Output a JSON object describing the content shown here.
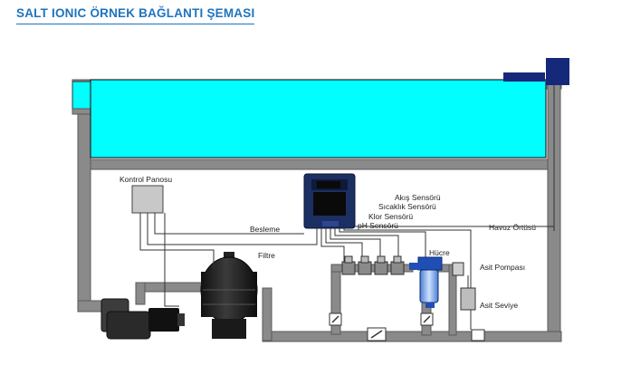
{
  "title": "SALT IONIC ÖRNEK BAĞLANTI ŞEMASI",
  "labels": {
    "kontrol_panosu": "Kontrol Panosu",
    "besleme": "Besleme",
    "filtre": "Filtre",
    "akis_sensoru": "Akış Sensörü",
    "sicaklik_sensoru": "Sıcaklık Sensörü",
    "klor_sensoru": "Klor Sensörü",
    "ph_sensoru": "pH Sensörü",
    "havuz_ortusu": "Havuz Örtüsü",
    "hucre": "Hücre",
    "asit_pompasi": "Asit Pompası",
    "asit_seviye": "Asit Seviye"
  },
  "colors": {
    "title": "#1f74bd",
    "pool_water": "#00ffff",
    "pipe": "#8a8a8a",
    "pipe_edge": "#5a5a5a",
    "controller": "#1c2f63",
    "equipment": "#2a2a2a",
    "cover_box": "#16287a"
  }
}
